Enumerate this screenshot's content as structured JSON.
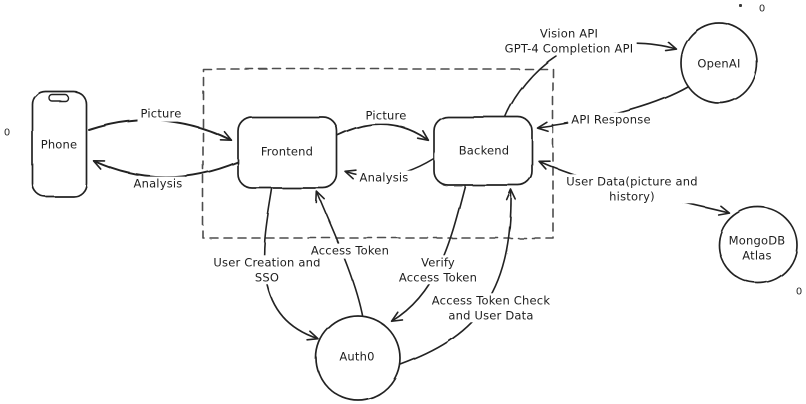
{
  "diagram": {
    "background": "#ffffff",
    "ink_color": "#232323",
    "boundary_color": "#4d4d4d",
    "nodes": {
      "phone": {
        "label": "Phone",
        "shape": "phone-rounded-rectangle"
      },
      "frontend": {
        "label": "Frontend",
        "shape": "rounded-rectangle"
      },
      "backend": {
        "label": "Backend",
        "shape": "rounded-rectangle"
      },
      "openai": {
        "label": "OpenAI",
        "shape": "circle"
      },
      "mongodb": {
        "label_lines": [
          "MongoDB",
          "Atlas"
        ],
        "shape": "circle"
      },
      "auth0": {
        "label": "Auth0",
        "shape": "circle"
      }
    },
    "edges": {
      "phone_frontend_picture": {
        "from": "Phone",
        "to": "Frontend",
        "label": "Picture",
        "arrows": "end"
      },
      "frontend_phone_analysis": {
        "from": "Frontend",
        "to": "Phone",
        "label": "Analysis",
        "arrows": "end"
      },
      "frontend_backend_picture": {
        "from": "Frontend",
        "to": "Backend",
        "label": "Picture",
        "arrows": "end"
      },
      "backend_frontend_analysis": {
        "from": "Backend",
        "to": "Frontend",
        "label": "Analysis",
        "arrows": "end"
      },
      "backend_openai_api": {
        "from": "Backend",
        "to": "OpenAI",
        "label_lines": [
          "Vision API",
          "GPT-4 Completion API"
        ],
        "arrows": "end"
      },
      "openai_backend_response": {
        "from": "OpenAI",
        "to": "Backend",
        "label": "API Response",
        "arrows": "end"
      },
      "backend_mongodb_userdata": {
        "from": "Backend",
        "to": "MongoDB Atlas",
        "label_lines": [
          "User Data(picture and",
          "history)"
        ],
        "arrows": "both"
      },
      "frontend_auth0_sso": {
        "from": "Frontend",
        "to": "Auth0",
        "label_lines": [
          "User Creation and",
          "SSO"
        ],
        "arrows": "end"
      },
      "auth0_frontend_token": {
        "from": "Auth0",
        "to": "Frontend",
        "label": "Access Token",
        "arrows": "end"
      },
      "backend_auth0_verify": {
        "from": "Backend",
        "to": "Auth0",
        "label_lines": [
          "Verify",
          "Access Token"
        ],
        "arrows": "end"
      },
      "auth0_backend_check": {
        "from": "Auth0",
        "to": "Backend",
        "label_lines": [
          "Access Token Check",
          "and User Data"
        ],
        "arrows": "end"
      }
    },
    "boundary": {
      "style": "dashed",
      "encloses": "Frontend and Backend"
    },
    "stray_marks": {
      "left_zero": "0",
      "top_right_zero": "0",
      "bottom_right_zero": "0"
    }
  }
}
